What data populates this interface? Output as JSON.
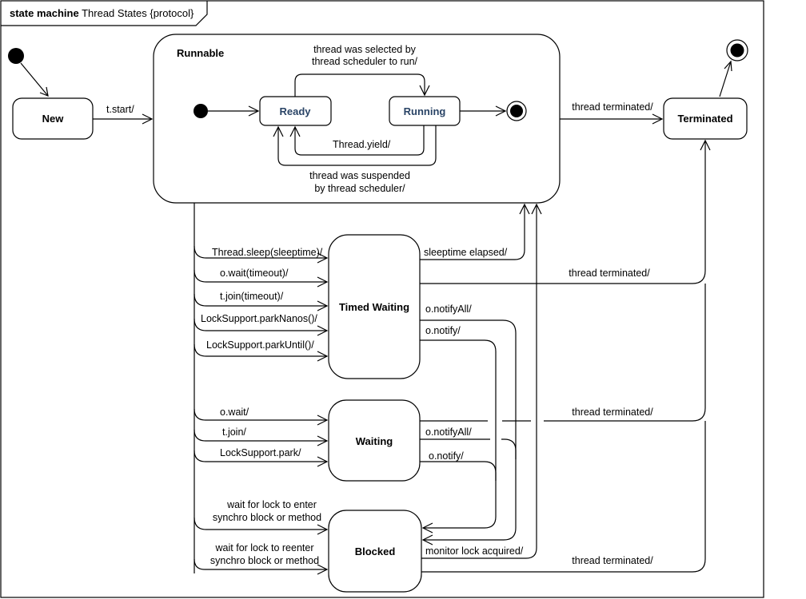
{
  "header": {
    "keyword": "state machine",
    "name": "Thread States {protocol}"
  },
  "states": {
    "new": "New",
    "runnable": "Runnable",
    "ready": "Ready",
    "running": "Running",
    "terminated": "Terminated",
    "timed_waiting": "Timed Waiting",
    "waiting": "Waiting",
    "blocked": "Blocked"
  },
  "transitions": {
    "t_start": "t.start/",
    "selected_1": "thread was selected by",
    "selected_2": "thread scheduler to run/",
    "yield": "Thread.yield/",
    "suspended_1": "thread was suspended",
    "suspended_2": "by thread scheduler/",
    "runnable_terminated": "thread terminated/",
    "sleep": "Thread.sleep(sleeptime)/",
    "wait_timeout": "o.wait(timeout)/",
    "join_timeout": "t.join(timeout)/",
    "park_nanos": "LockSupport.parkNanos()/",
    "park_until": "LockSupport.parkUntil()/",
    "sleeptime_elapsed": "sleeptime elapsed/",
    "tw_terminated": "thread terminated/",
    "tw_notify_all": "o.notifyAll/",
    "tw_notify": "o.notify/",
    "o_wait": "o.wait/",
    "t_join": "t.join/",
    "park": "LockSupport.park/",
    "w_terminated": "thread terminated/",
    "w_notify_all": "o.notifyAll/",
    "w_notify": "o.notify/",
    "enter_1": "wait for lock to enter",
    "enter_2": "synchro block or method",
    "reenter_1": "wait for lock to reenter",
    "reenter_2": "synchro block or method",
    "monitor_lock": "monitor lock acquired/",
    "b_terminated": "thread terminated/"
  }
}
